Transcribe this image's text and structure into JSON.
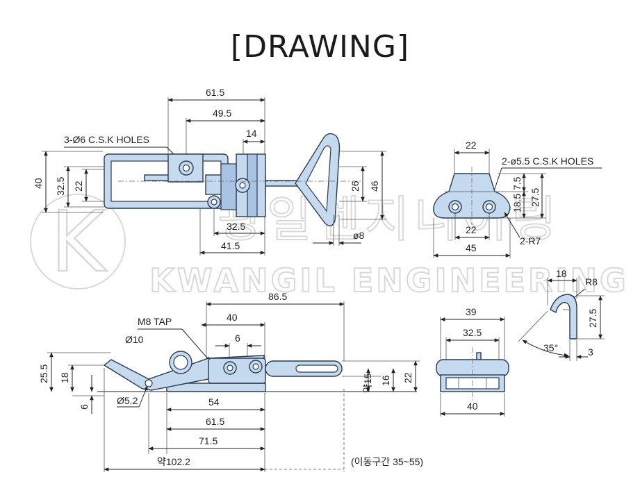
{
  "title": "[DRAWING]",
  "watermark": {
    "logo_letter": "K",
    "korean": "광일엔지니어링",
    "english": "KWANGIL ENGINEERING"
  },
  "top_view": {
    "dims": [
      "61.5",
      "49.5",
      "14",
      "40",
      "32.5",
      "22",
      "26",
      "46",
      "32.5",
      "41.5",
      "ø8"
    ],
    "note": "3-Ø6 C.S.K HOLES"
  },
  "end_view": {
    "dims": [
      "22",
      "7.5",
      "18.5",
      "27.5",
      "22",
      "45"
    ],
    "note1": "2-ø5.5 C.S.K HOLES",
    "note2": "2-R7"
  },
  "side_view": {
    "dims": [
      "86.5",
      "40",
      "6",
      "25.5",
      "18",
      "6",
      "54",
      "61.5",
      "71.5",
      "약102.2",
      "약15",
      "16",
      "22"
    ],
    "m8": "M8 TAP",
    "d10": "Ø10",
    "d52": "Ø5.2",
    "travel": "(이동구간 35~55)"
  },
  "front_view": {
    "dims": [
      "39",
      "32.5",
      "40"
    ]
  },
  "hook_view": {
    "dims": [
      "18",
      "R8",
      "27.5",
      "35°",
      "3"
    ]
  }
}
